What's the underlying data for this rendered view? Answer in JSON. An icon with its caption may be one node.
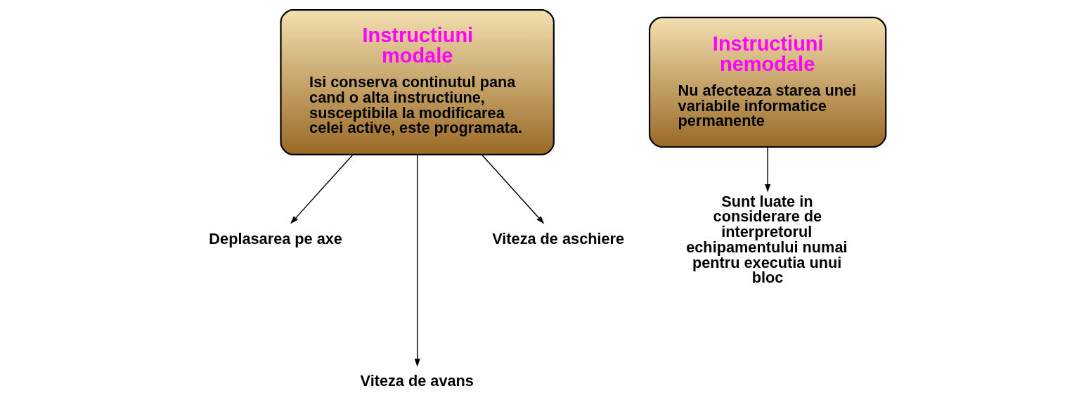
{
  "diagram": {
    "nodes": [
      {
        "text": [
          "Instructiuni modale",
          "Isi conserva continutul pana cand o alta instructiune, susceptibila la modificarea celei active, este programata."
        ]
      },
      {
        "text": [
          "Instructiuni nemodale",
          "Nu afecteaza starea unei variabile informatice permanente"
        ]
      },
      {
        "text": [
          "Deplasarea pe axe"
        ]
      },
      {
        "text": [
          "Viteza de avans"
        ]
      },
      {
        "text": [
          "Viteza de aschiere"
        ]
      },
      {
        "text": [
          "Sunt luate in considerare de interpretorul echipamentului numai pentru executia unui bloc"
        ]
      }
    ],
    "edges": [
      {
        "from": 0,
        "to": 2,
        "arrow": "to"
      },
      {
        "from": 0,
        "to": 3,
        "arrow": "to"
      },
      {
        "from": 0,
        "to": 4,
        "arrow": "to"
      },
      {
        "from": 1,
        "to": 5,
        "arrow": "to"
      }
    ]
  }
}
